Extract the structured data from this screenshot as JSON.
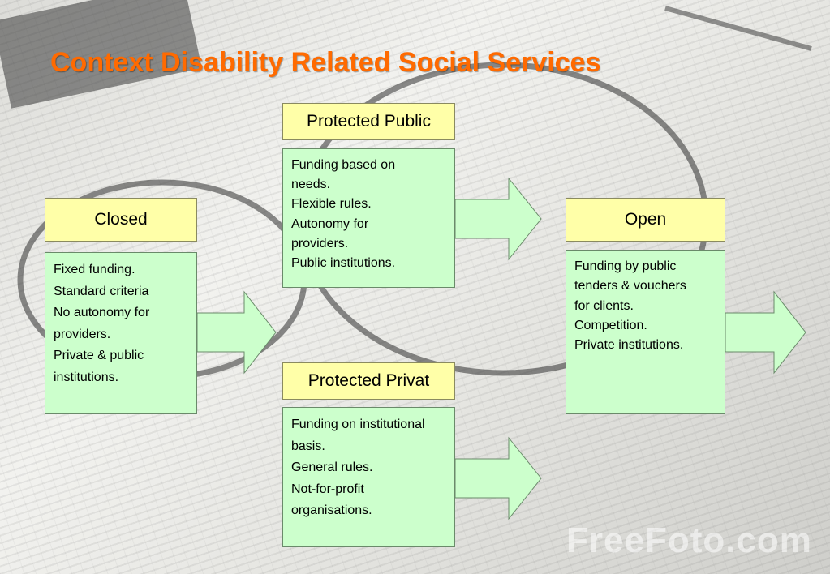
{
  "title": "Context Disability Related Social Services",
  "watermark": "FreeFoto.com",
  "colors": {
    "title": "#ff6a00",
    "header_bg": "#ffffa8",
    "box_bg": "#ccffcc",
    "arrow_fill": "#ccffcc"
  },
  "closed": {
    "label": "Closed",
    "lines": [
      "Fixed funding.",
      "Standard criteria",
      "No autonomy for",
      "providers.",
      "Private & public",
      "institutions."
    ]
  },
  "protected_public": {
    "label": "Protected Public",
    "lines": [
      "Funding based on",
      "needs.",
      "Flexible rules.",
      "Autonomy for",
      "providers.",
      "Public institutions."
    ]
  },
  "protected_privat": {
    "label": "Protected Privat",
    "lines": [
      "Funding on institutional",
      "basis.",
      "General rules.",
      "Not-for-profit",
      "organisations."
    ]
  },
  "open": {
    "label": "Open",
    "lines": [
      "Funding by public",
      "tenders & vouchers",
      "for clients.",
      "Competition.",
      "Private institutions."
    ]
  }
}
